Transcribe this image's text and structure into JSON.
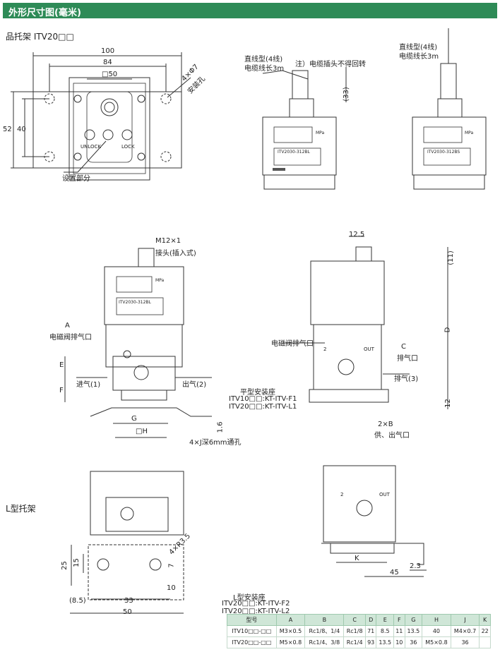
{
  "header": {
    "title": "外形尺寸图(毫米)"
  },
  "sections": {
    "bracket_pin": "品托架  ITV20□□",
    "bracket_l": "L型托架"
  },
  "labels": {
    "d100": "100",
    "d84": "84",
    "d50": "□50",
    "d52": "52",
    "d40": "40",
    "holes": "4×Φ7",
    "holes_note": "安装孔",
    "unlock": "UNLOCK",
    "lock": "LOCK",
    "setting": "设置部分",
    "straight1": "直线型(4线)",
    "cable1": "电缆线长3m",
    "note": "注）电缆插头不得回转",
    "d33": "(33)",
    "straight2": "直线型(4线)",
    "cable2": "电缆线长3m",
    "m12": "M12×1",
    "connector": "接头(插入式)",
    "a": "A",
    "a_text": "电磁阀排气口",
    "e": "E",
    "f": "F",
    "inlet": "进气(1)",
    "outlet": "出气(2)",
    "g": "G",
    "h": "□H",
    "d16": "1.6",
    "holes_j": "4×J深6mm通孔",
    "flat_mount": "平型安装座",
    "flat1": "ITV10□□:KT-ITV-F1",
    "flat2": "ITV20□□:KT-ITV-L1",
    "d125": "12.5",
    "d11": "(11)",
    "d_dim": "D",
    "d12": "12",
    "sol_exhaust": "电磁阀排气口",
    "c": "C",
    "c_text": "排气口",
    "exhaust3": "排气(3)",
    "b2": "2×B",
    "b_text": "供、出气口",
    "port2a": "2",
    "port_out_a": "OUT",
    "port2b": "2",
    "port_out_b": "OUT",
    "mpa1": "MPa",
    "mpa2": "MPa",
    "mpa3": "MPa",
    "model1": "ITV2030-312BL",
    "model2": "ITV2030-312BS",
    "model3": "ITV2030-312BL",
    "d25": "25",
    "d15": "15",
    "r35": "4×R3.5",
    "d7": "7",
    "d10": "10",
    "d85": "(8.5)",
    "d33b": "33",
    "d50b": "50",
    "k": "K",
    "d23": "2.3",
    "d45": "45",
    "l_mount": "L型安装座",
    "l1": "ITV20□□:KT-ITV-F2",
    "l2": "ITV20□□:KT-ITV-L2"
  },
  "table": {
    "headers": [
      "型号",
      "A",
      "B",
      "C",
      "D",
      "E",
      "F",
      "G",
      "H",
      "J",
      "K"
    ],
    "rows": [
      [
        "ITV10□□-□□",
        "M3×0.5",
        "Rc1/8、1/4",
        "Rc1/8",
        "71",
        "8.5",
        "11",
        "13.5",
        "40",
        "M4×0.7",
        "22"
      ],
      [
        "ITV20□□-□□",
        "M5×0.8",
        "Rc1/4、3/8",
        "Rc1/4",
        "93",
        "13.5",
        "10",
        "36",
        "M5×0.8",
        "36"
      ]
    ]
  }
}
